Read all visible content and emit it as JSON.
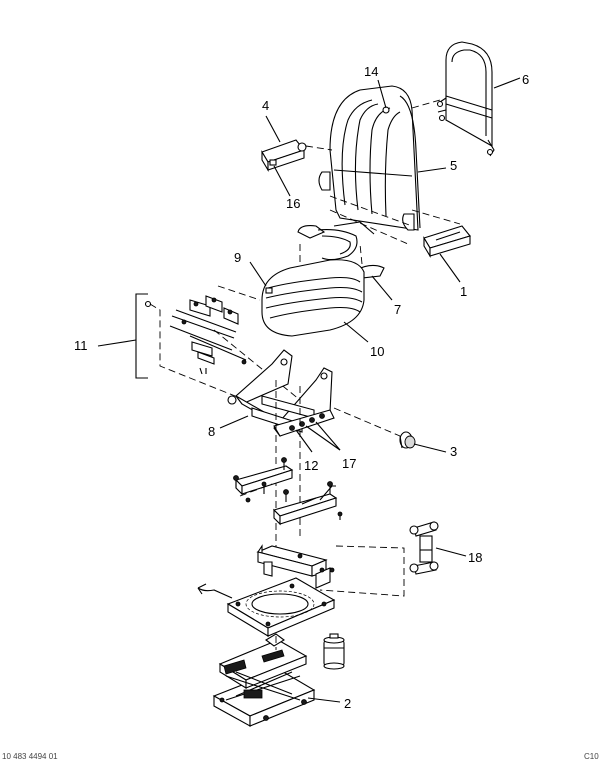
{
  "callouts": {
    "c1": "1",
    "c2": "2",
    "c3": "3",
    "c4": "4",
    "c5": "5",
    "c6": "6",
    "c7": "7",
    "c8": "8",
    "c9": "9",
    "c10": "10",
    "c11": "11",
    "c12": "12",
    "c14": "14",
    "c16": "16",
    "c17": "17",
    "c18": "18"
  },
  "footer": {
    "left": "10 483 4494 01",
    "right": "C10"
  }
}
